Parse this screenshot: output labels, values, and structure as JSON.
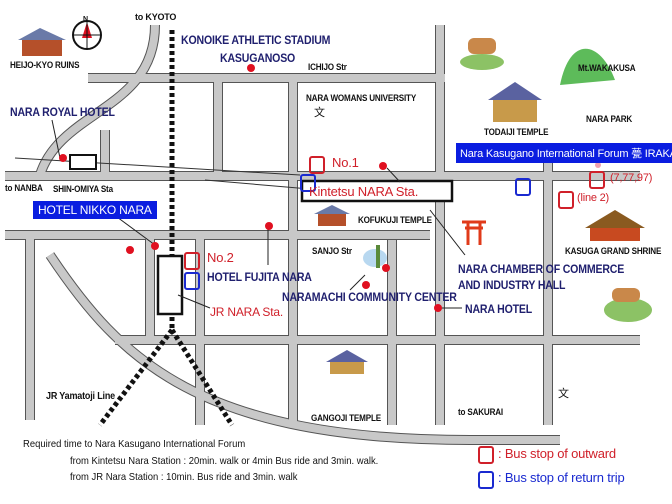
{
  "labels": {
    "to_kyoto": "to KYOTO",
    "konoike": "KONOIKE ATHLETIC STADIUM",
    "kasuganoso": "KASUGANOSO",
    "ichijo": "ICHIJO Str",
    "heijo": "HEIJO-KYO RUINS",
    "nara_royal": "NARA ROYAL HOTEL",
    "to_nanba": "to NANBA",
    "shin_omiya": "SHIN-OMIYA Sta",
    "hotel_nikko": "HOTEL NIKKO NARA",
    "womans_univ": "NARA WOMANS UNIVERSITY",
    "mt_wakakusa": "Mt.WAKAKUSA",
    "nara_park": "NARA  PARK",
    "todaiji": "TODAIJI TEMPLE",
    "forum": "Nara Kasugano International Forum 甍 IRAKA",
    "no1": "No.1",
    "kintetsu": "Kintetsu NARA Sta.",
    "kofukuji": "KOFUKUJI  TEMPLE",
    "bus_lines_1": "(7,77,97)",
    "bus_lines_2": "(line 2)",
    "kasuga": "KASUGA GRAND SHRINE",
    "sanjo": "SANJO Str",
    "no2": "No.2",
    "fujita": "HOTEL FUJITA NARA",
    "jr_nara": "JR NARA Sta.",
    "chamber_1": "NARA  CHAMBER OF COMMERCE",
    "chamber_2": "AND INDUSTRY HALL",
    "naramachi": "NARAMACHI COMMUNITY CENTER",
    "nara_hotel": "NARA  HOTEL",
    "gangoji": "GANGOJI TEMPLE",
    "jr_yamatoji": "JR Yamatoji Line",
    "to_sakurai": "to SAKURAI",
    "school_symbol": "文",
    "compass_n": "N"
  },
  "notes": {
    "title": "Required time to Nara Kasugano International  Forum",
    "kintetsu_from": "from Kintetsu Nara Station : 20min. walk or 4min Bus ride and 3min. walk.",
    "jr_from": "from JR Nara Station           : 10min. Bus ride and 3min. walk"
  },
  "legend": {
    "outward": ": Bus stop of outward",
    "return": ": Bus stop of return trip"
  },
  "colors": {
    "outward": "#d0202a",
    "return": "#1a2ad0",
    "highlight": "#0a1de0",
    "road": "#c8c8c8"
  }
}
